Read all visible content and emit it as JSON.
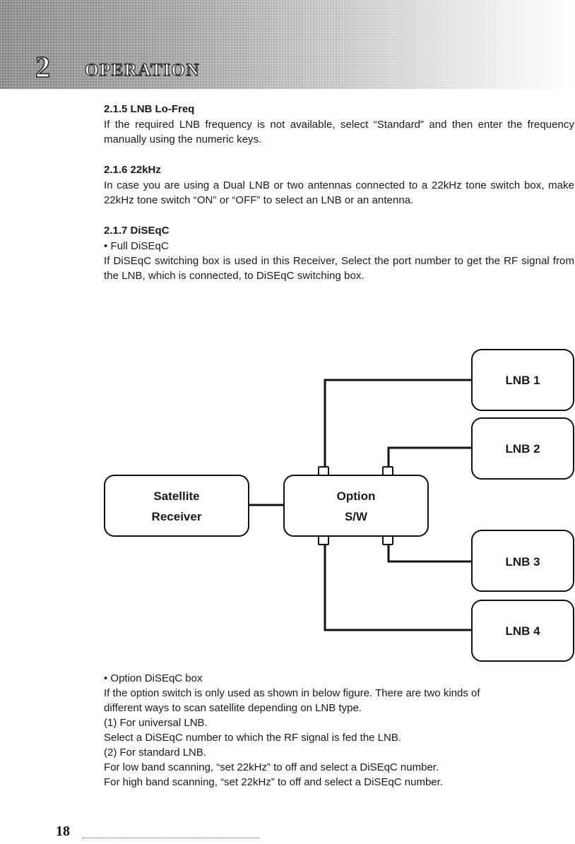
{
  "header": {
    "chapter_number": "2",
    "chapter_title": "OPERATION"
  },
  "sections": [
    {
      "heading": "2.1.5 LNB Lo-Freq",
      "text": "If the required LNB frequency is not available, select “Standard” and then enter the frequency manually using the numeric keys."
    },
    {
      "heading": "2.1.6 22kHz",
      "text": "In case you are using a Dual LNB or two antennas connected to a 22kHz tone switch box, make 22kHz tone switch “ON” or “OFF” to select an LNB or an antenna."
    },
    {
      "heading": "2.1.7 DiSEqC",
      "bullet": "• Full DiSEqC",
      "text": "If DiSEqC switching box is used in this Receiver, Select the port number to get the RF signal from the LNB, which is connected, to DiSEqC switching box."
    }
  ],
  "diagram": {
    "receiver_line1": "Satellite",
    "receiver_line2": "Receiver",
    "switch_line1": "Option",
    "switch_line2": "S/W",
    "lnb1": "LNB 1",
    "lnb2": "LNB 2",
    "lnb3": "LNB 3",
    "lnb4": "LNB 4"
  },
  "option_box": {
    "bullet": "• Option DiSEqC box",
    "lines": [
      "If the option switch is only used as shown in below figure. There are two kinds of",
      "different ways to scan satellite depending on LNB type.",
      "(1) For universal LNB.",
      "Select a DiSEqC number to which the RF signal is fed the LNB.",
      "(2) For standard LNB.",
      "For low band scanning, “set 22kHz” to off and select a DiSEqC number.",
      "For high band scanning, “set 22kHz” to off and select a DiSEqC number."
    ]
  },
  "footer": {
    "page_number": "18"
  }
}
